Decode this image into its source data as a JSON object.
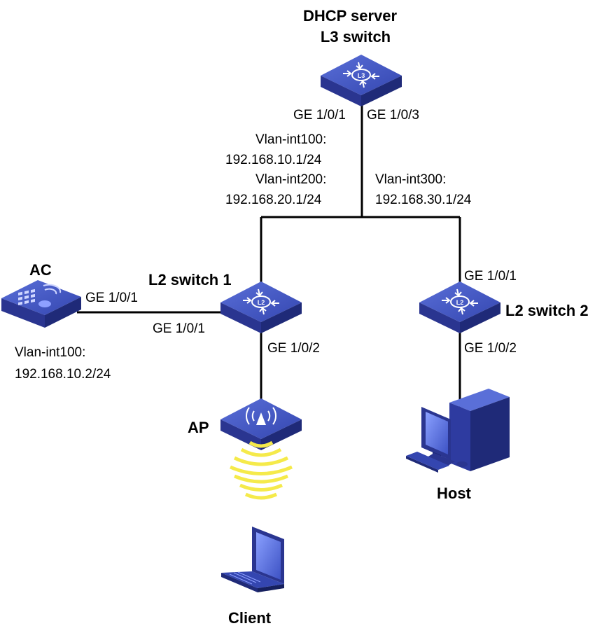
{
  "devices": {
    "l3": {
      "title1": "DHCP server",
      "title2": "L3 switch"
    },
    "l2s1": {
      "title": "L2 switch 1"
    },
    "l2s2": {
      "title": "L2 switch 2"
    },
    "ac": {
      "title": "AC"
    },
    "ap": {
      "title": "AP"
    },
    "host": {
      "title": "Host"
    },
    "client": {
      "title": "Client"
    }
  },
  "labels": {
    "l3_port_left": "GE 1/0/1",
    "l3_port_right": "GE 1/0/3",
    "vlan100_name": "Vlan-int100:",
    "vlan100_ip": "192.168.10.1/24",
    "vlan200_name": "Vlan-int200:",
    "vlan200_ip": "192.168.20.1/24",
    "vlan300_name": "Vlan-int300:",
    "vlan300_ip": "192.168.30.1/24",
    "ac_port": "GE 1/0/1",
    "l2s1_port_ac": "GE 1/0/1",
    "l2s1_port_ap": "GE 1/0/2",
    "ac_vlan_name": "Vlan-int100:",
    "ac_vlan_ip": "192.168.10.2/24",
    "l2s2_port_up": "GE 1/0/1",
    "l2s2_port_down": "GE 1/0/2"
  },
  "colors": {
    "device_top": "#4a5ec9",
    "device_side": "#2a3590",
    "device_front": "#1f2a78",
    "wireless": "#f5ea4a"
  }
}
